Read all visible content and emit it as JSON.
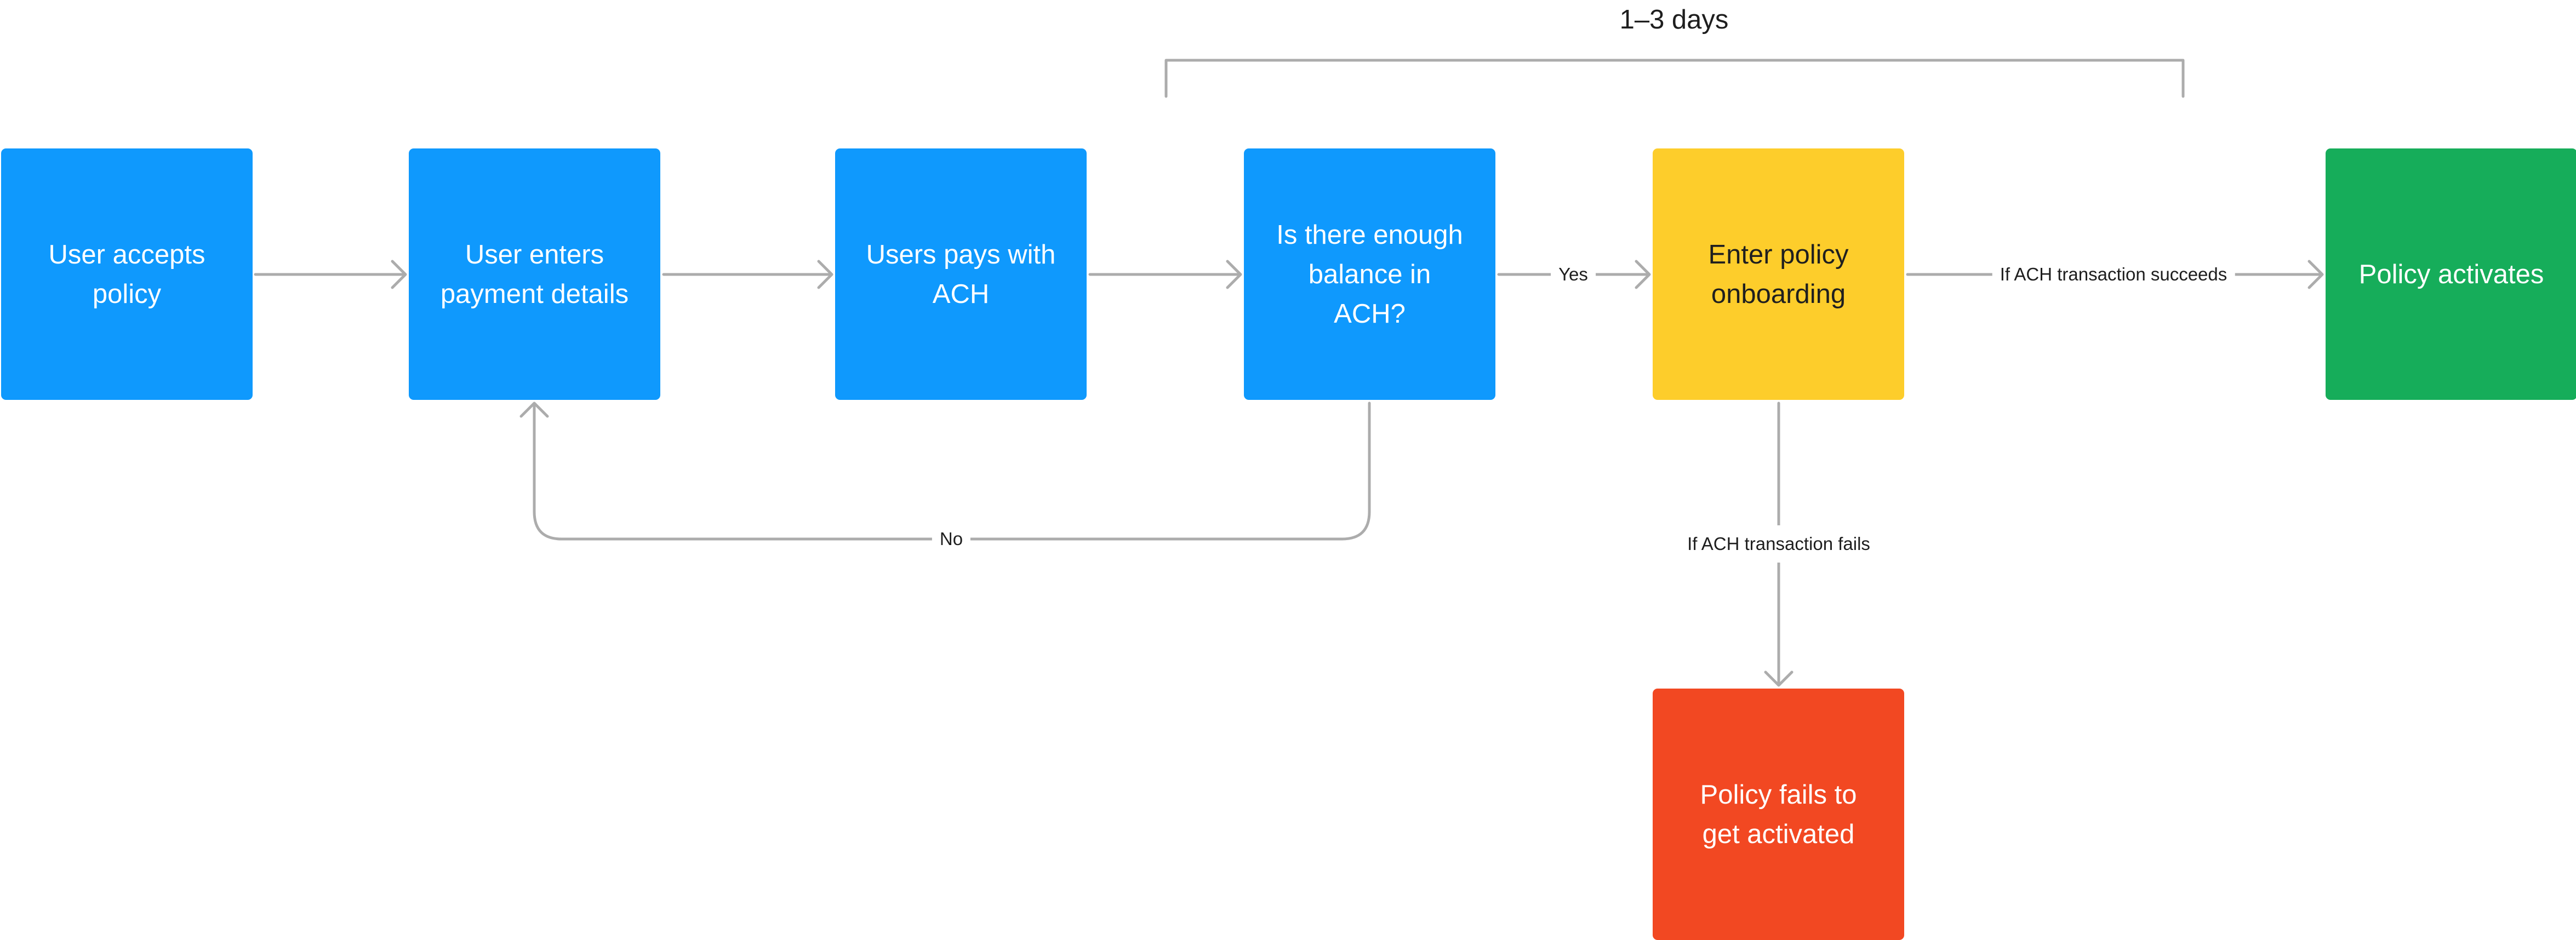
{
  "colors": {
    "process": "#0f99fd",
    "pending": "#fdcd2b",
    "success": "#16ad5a",
    "failure": "#f24822",
    "connector": "#acacac"
  },
  "timeframe": {
    "label": "1–3 days"
  },
  "nodes": {
    "accepts": "User accepts policy",
    "enters": "User enters payment details",
    "pays": "Users pays with ACH",
    "balance": "Is there enough balance in ACH?",
    "onboarding": "Enter policy onboarding",
    "activates": "Policy activates",
    "fails": "Policy fails to get activated"
  },
  "edges": {
    "yes": "Yes",
    "no": "No",
    "succeeds": "If ACH transaction succeeds",
    "fails": "If ACH transaction fails"
  }
}
